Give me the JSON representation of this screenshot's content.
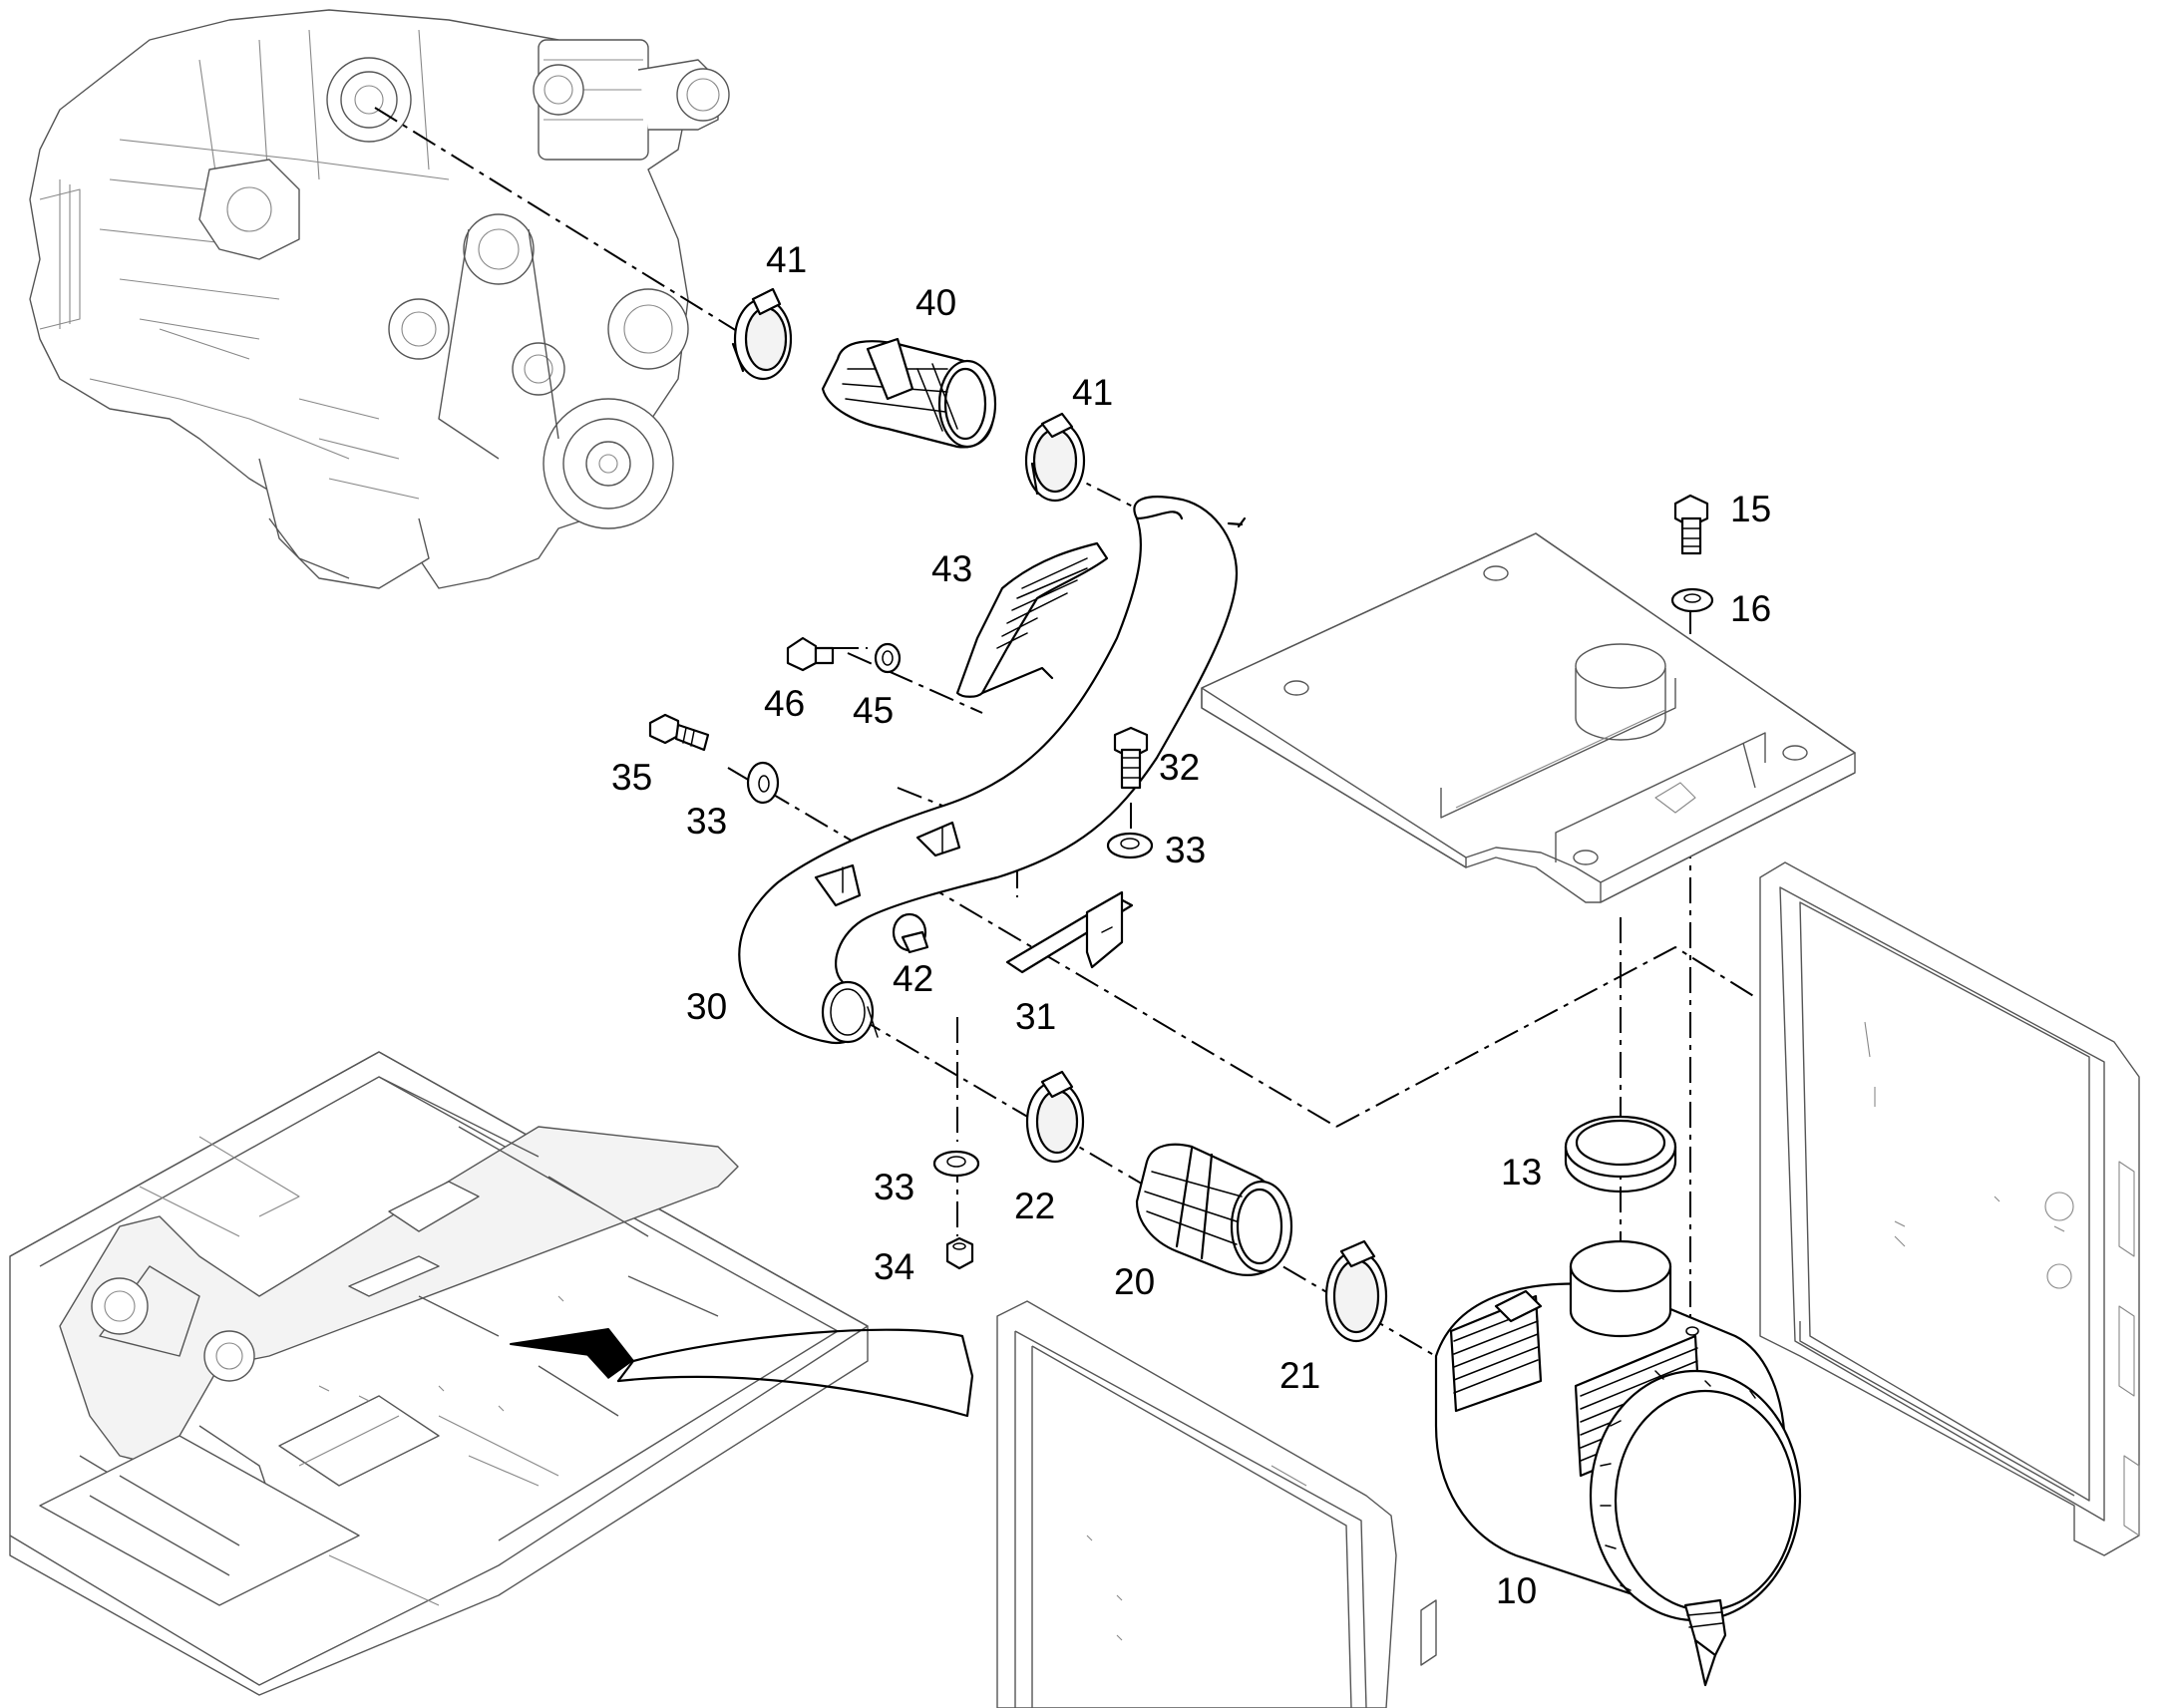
{
  "callouts": [
    {
      "id": "c41a",
      "text": "41"
    },
    {
      "id": "c40",
      "text": "40"
    },
    {
      "id": "c41b",
      "text": "41"
    },
    {
      "id": "c43",
      "text": "43"
    },
    {
      "id": "c46",
      "text": "46"
    },
    {
      "id": "c45",
      "text": "45"
    },
    {
      "id": "c35",
      "text": "35"
    },
    {
      "id": "c33a",
      "text": "33"
    },
    {
      "id": "c32",
      "text": "32"
    },
    {
      "id": "c33b",
      "text": "33"
    },
    {
      "id": "c42",
      "text": "42"
    },
    {
      "id": "c30",
      "text": "30"
    },
    {
      "id": "c31",
      "text": "31"
    },
    {
      "id": "c15",
      "text": "15"
    },
    {
      "id": "c16",
      "text": "16"
    },
    {
      "id": "c13",
      "text": "13"
    },
    {
      "id": "c33c",
      "text": "33"
    },
    {
      "id": "c22",
      "text": "22"
    },
    {
      "id": "c34",
      "text": "34"
    },
    {
      "id": "c20",
      "text": "20"
    },
    {
      "id": "c21",
      "text": "21"
    },
    {
      "id": "c10",
      "text": "10"
    }
  ]
}
